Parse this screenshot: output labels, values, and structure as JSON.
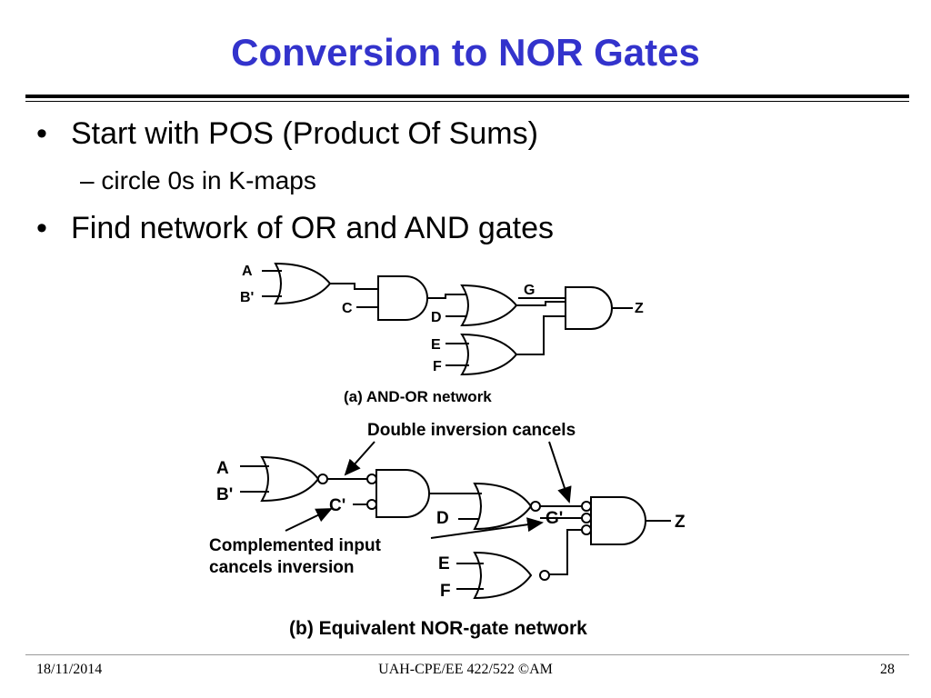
{
  "slide": {
    "title": "Conversion to NOR Gates",
    "bullets": [
      {
        "text": "Start with POS (Product Of Sums)",
        "sub": "– circle 0s in K-maps"
      },
      {
        "text": "Find network of OR and AND gates"
      }
    ],
    "bullet_symbol": "•"
  },
  "diagram_a": {
    "labels": {
      "A": "A",
      "B": "B'",
      "C": "C",
      "D": "D",
      "E": "E",
      "F": "F",
      "G": "G",
      "Z": "Z"
    },
    "caption": "(a)  AND-OR network"
  },
  "diagram_b": {
    "labels": {
      "A": "A",
      "B": "B'",
      "C": "C'",
      "D": "D",
      "E": "E",
      "F": "F",
      "G": "G'",
      "Z": "Z"
    },
    "note_top": "Double inversion cancels",
    "note_left_1": "Complemented input",
    "note_left_2": "cancels inversion",
    "caption": "(b)  Equivalent NOR-gate network"
  },
  "footer": {
    "date": "18/11/2014",
    "center": "UAH-CPE/EE 422/522 ©AM",
    "page": "28"
  }
}
